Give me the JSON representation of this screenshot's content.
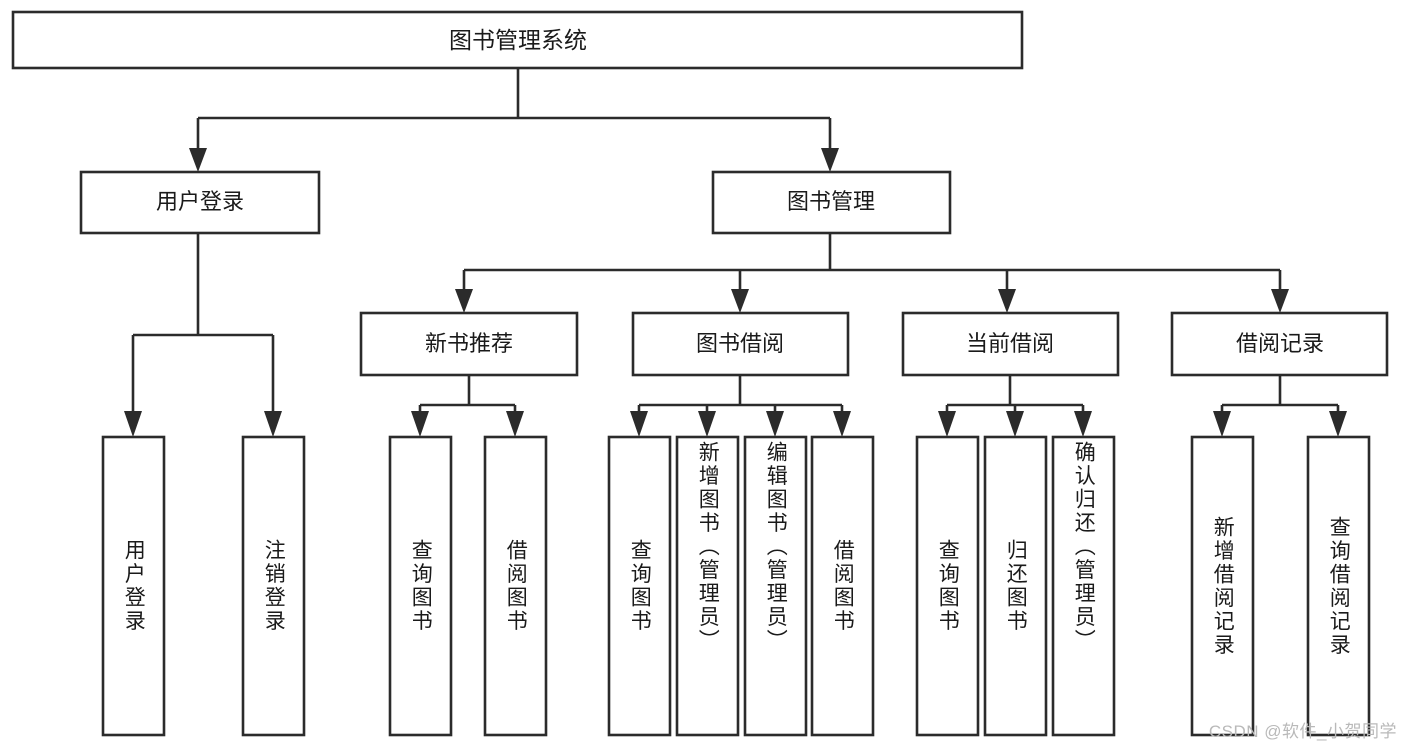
{
  "diagram": {
    "title": "图书管理系统",
    "type": "tree",
    "root": {
      "id": "root",
      "label": "图书管理系统",
      "orientation": "horizontal"
    },
    "level1": [
      {
        "id": "user-login",
        "label": "用户登录",
        "orientation": "horizontal"
      },
      {
        "id": "book-manage",
        "label": "图书管理",
        "orientation": "horizontal"
      }
    ],
    "level2": [
      {
        "id": "new-book-recommend",
        "label": "新书推荐",
        "parent": "book-manage",
        "orientation": "horizontal"
      },
      {
        "id": "book-borrow",
        "label": "图书借阅",
        "parent": "book-manage",
        "orientation": "horizontal"
      },
      {
        "id": "current-borrow",
        "label": "当前借阅",
        "parent": "book-manage",
        "orientation": "horizontal"
      },
      {
        "id": "borrow-record",
        "label": "借阅记录",
        "parent": "book-manage",
        "orientation": "horizontal"
      }
    ],
    "leaves": [
      {
        "id": "leaf-user-login",
        "label": "用户登录",
        "parent": "user-login",
        "orientation": "vertical",
        "align": "center"
      },
      {
        "id": "leaf-logout",
        "label": "注销登录",
        "parent": "user-login",
        "orientation": "vertical",
        "align": "center"
      },
      {
        "id": "leaf-query-book-1",
        "label": "查询图书",
        "parent": "new-book-recommend",
        "orientation": "vertical",
        "align": "center"
      },
      {
        "id": "leaf-borrow-book-1",
        "label": "借阅图书",
        "parent": "new-book-recommend",
        "orientation": "vertical",
        "align": "center"
      },
      {
        "id": "leaf-query-book-2",
        "label": "查询图书",
        "parent": "book-borrow",
        "orientation": "vertical",
        "align": "center"
      },
      {
        "id": "leaf-add-book",
        "label": "新增图书（管理员）",
        "parent": "book-borrow",
        "orientation": "vertical",
        "align": "top"
      },
      {
        "id": "leaf-edit-book",
        "label": "编辑图书（管理员）",
        "parent": "book-borrow",
        "orientation": "vertical",
        "align": "top"
      },
      {
        "id": "leaf-borrow-book-2",
        "label": "借阅图书",
        "parent": "book-borrow",
        "orientation": "vertical",
        "align": "center"
      },
      {
        "id": "leaf-query-book-3",
        "label": "查询图书",
        "parent": "current-borrow",
        "orientation": "vertical",
        "align": "center"
      },
      {
        "id": "leaf-return-book",
        "label": "归还图书",
        "parent": "current-borrow",
        "orientation": "vertical",
        "align": "center"
      },
      {
        "id": "leaf-confirm-return",
        "label": "确认归还（管理员）",
        "parent": "current-borrow",
        "orientation": "vertical",
        "align": "top"
      },
      {
        "id": "leaf-add-record",
        "label": "新增借阅记录",
        "parent": "borrow-record",
        "orientation": "vertical",
        "align": "center"
      },
      {
        "id": "leaf-query-record",
        "label": "查询借阅记录",
        "parent": "borrow-record",
        "orientation": "vertical",
        "align": "center"
      }
    ],
    "colors": {
      "stroke": "#2b2b2b",
      "fill": "#ffffff",
      "text": "#1a1a1a",
      "watermark": "#b9b9b9",
      "background": "#ffffff"
    }
  },
  "watermark": {
    "text": "CSDN @软件_小贺同学"
  }
}
